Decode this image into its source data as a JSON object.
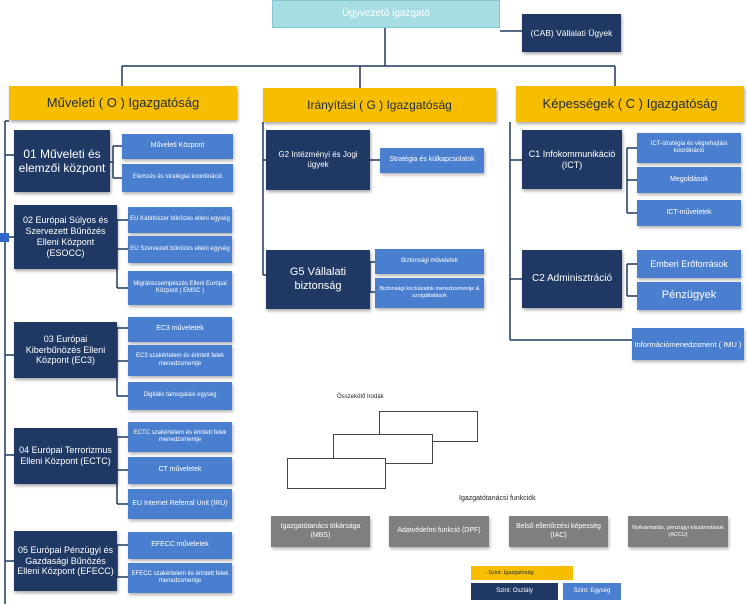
{
  "top": {
    "director": "Ügyvezető igazgató",
    "cab": "(CAB) Vállalati Ügyek"
  },
  "directorates": {
    "operations": "Műveleti ( O ) Igazgatóság",
    "governance": "Irányítási ( G ) Igazgatóság",
    "capabilities": "Képességek ( C ) Igazgatóság"
  },
  "operations": {
    "o1": {
      "title": "01 Műveleti és elemzői központ",
      "units": [
        "Műveleti Központ",
        "Elemzés és stratégiai koordináció"
      ]
    },
    "o2": {
      "title": "02 Európai Súlyos és Szervezett Bűnözés Elleni Központ (ESOCC)",
      "units": [
        "EU Kábítószer bűnözés elleni egység",
        "EU Szervezett bűnözés elleni egység",
        "Migránscsempészés Elleni Európai Központ ( EMSC )"
      ]
    },
    "o3": {
      "title": "03 Európai Kiberbűnözés Elleni Központ (EC3)",
      "units": [
        "EC3 műveletek",
        "EC3 szakértelem és érintett felek menedzsmentje",
        "Digitális támogatási egység"
      ]
    },
    "o4": {
      "title": "04 Európai Terrorizmus Elleni Központ (ECTC)",
      "units": [
        "ECTC szakértelem és érintett felek menedzsmentje",
        "CT műveletek",
        "EU Internet Referral Unit (IRU)"
      ]
    },
    "o5": {
      "title": "05 Európai Pénzügyi és Gazdasági Bűnözés Elleni Központ (EFECC)",
      "units": [
        "EFECC műveletek",
        "EFECC szakértelem és érintett felek menedzsmentje"
      ]
    }
  },
  "governance": {
    "g2": {
      "title": "G2 Intézményi és Jogi ügyek",
      "units": [
        "Stratégia és külkapcsolatok"
      ]
    },
    "g5": {
      "title": "G5 Vállalati biztonság",
      "units": [
        "Biztonsági műveletek",
        "Biztonsági kockázatok menedzsmentje & szolgáltatások"
      ]
    }
  },
  "capabilities": {
    "c1": {
      "title": "C1 Infokommunikáció (ICT)",
      "units": [
        "ICT-stratégia és végrehajtási koordináció",
        "Megoldások",
        "ICT-műveletek"
      ]
    },
    "c2": {
      "title": "C2 Adminisztráció",
      "units": [
        "Emberi Erőforrások",
        "Pénzügyek"
      ]
    },
    "imu": "Információmenedzsment ( IMU )"
  },
  "liaison": {
    "label": "Összekötő Irodák"
  },
  "board": {
    "label": "Igazgatótanácsi funkciók",
    "units": [
      "Igazgatótanács titkársága (MBS)",
      "Adatvédelmi funkció (DPF)",
      "Belső ellenőrzési képesség (IAC)",
      "Nyilvántartás, pénzügyi elszámolások (ACCU)"
    ]
  },
  "legend": {
    "directorate": "- Szint: Igazgatóság",
    "department": "Szint: Osztály",
    "unit": "Szint: Egység"
  }
}
